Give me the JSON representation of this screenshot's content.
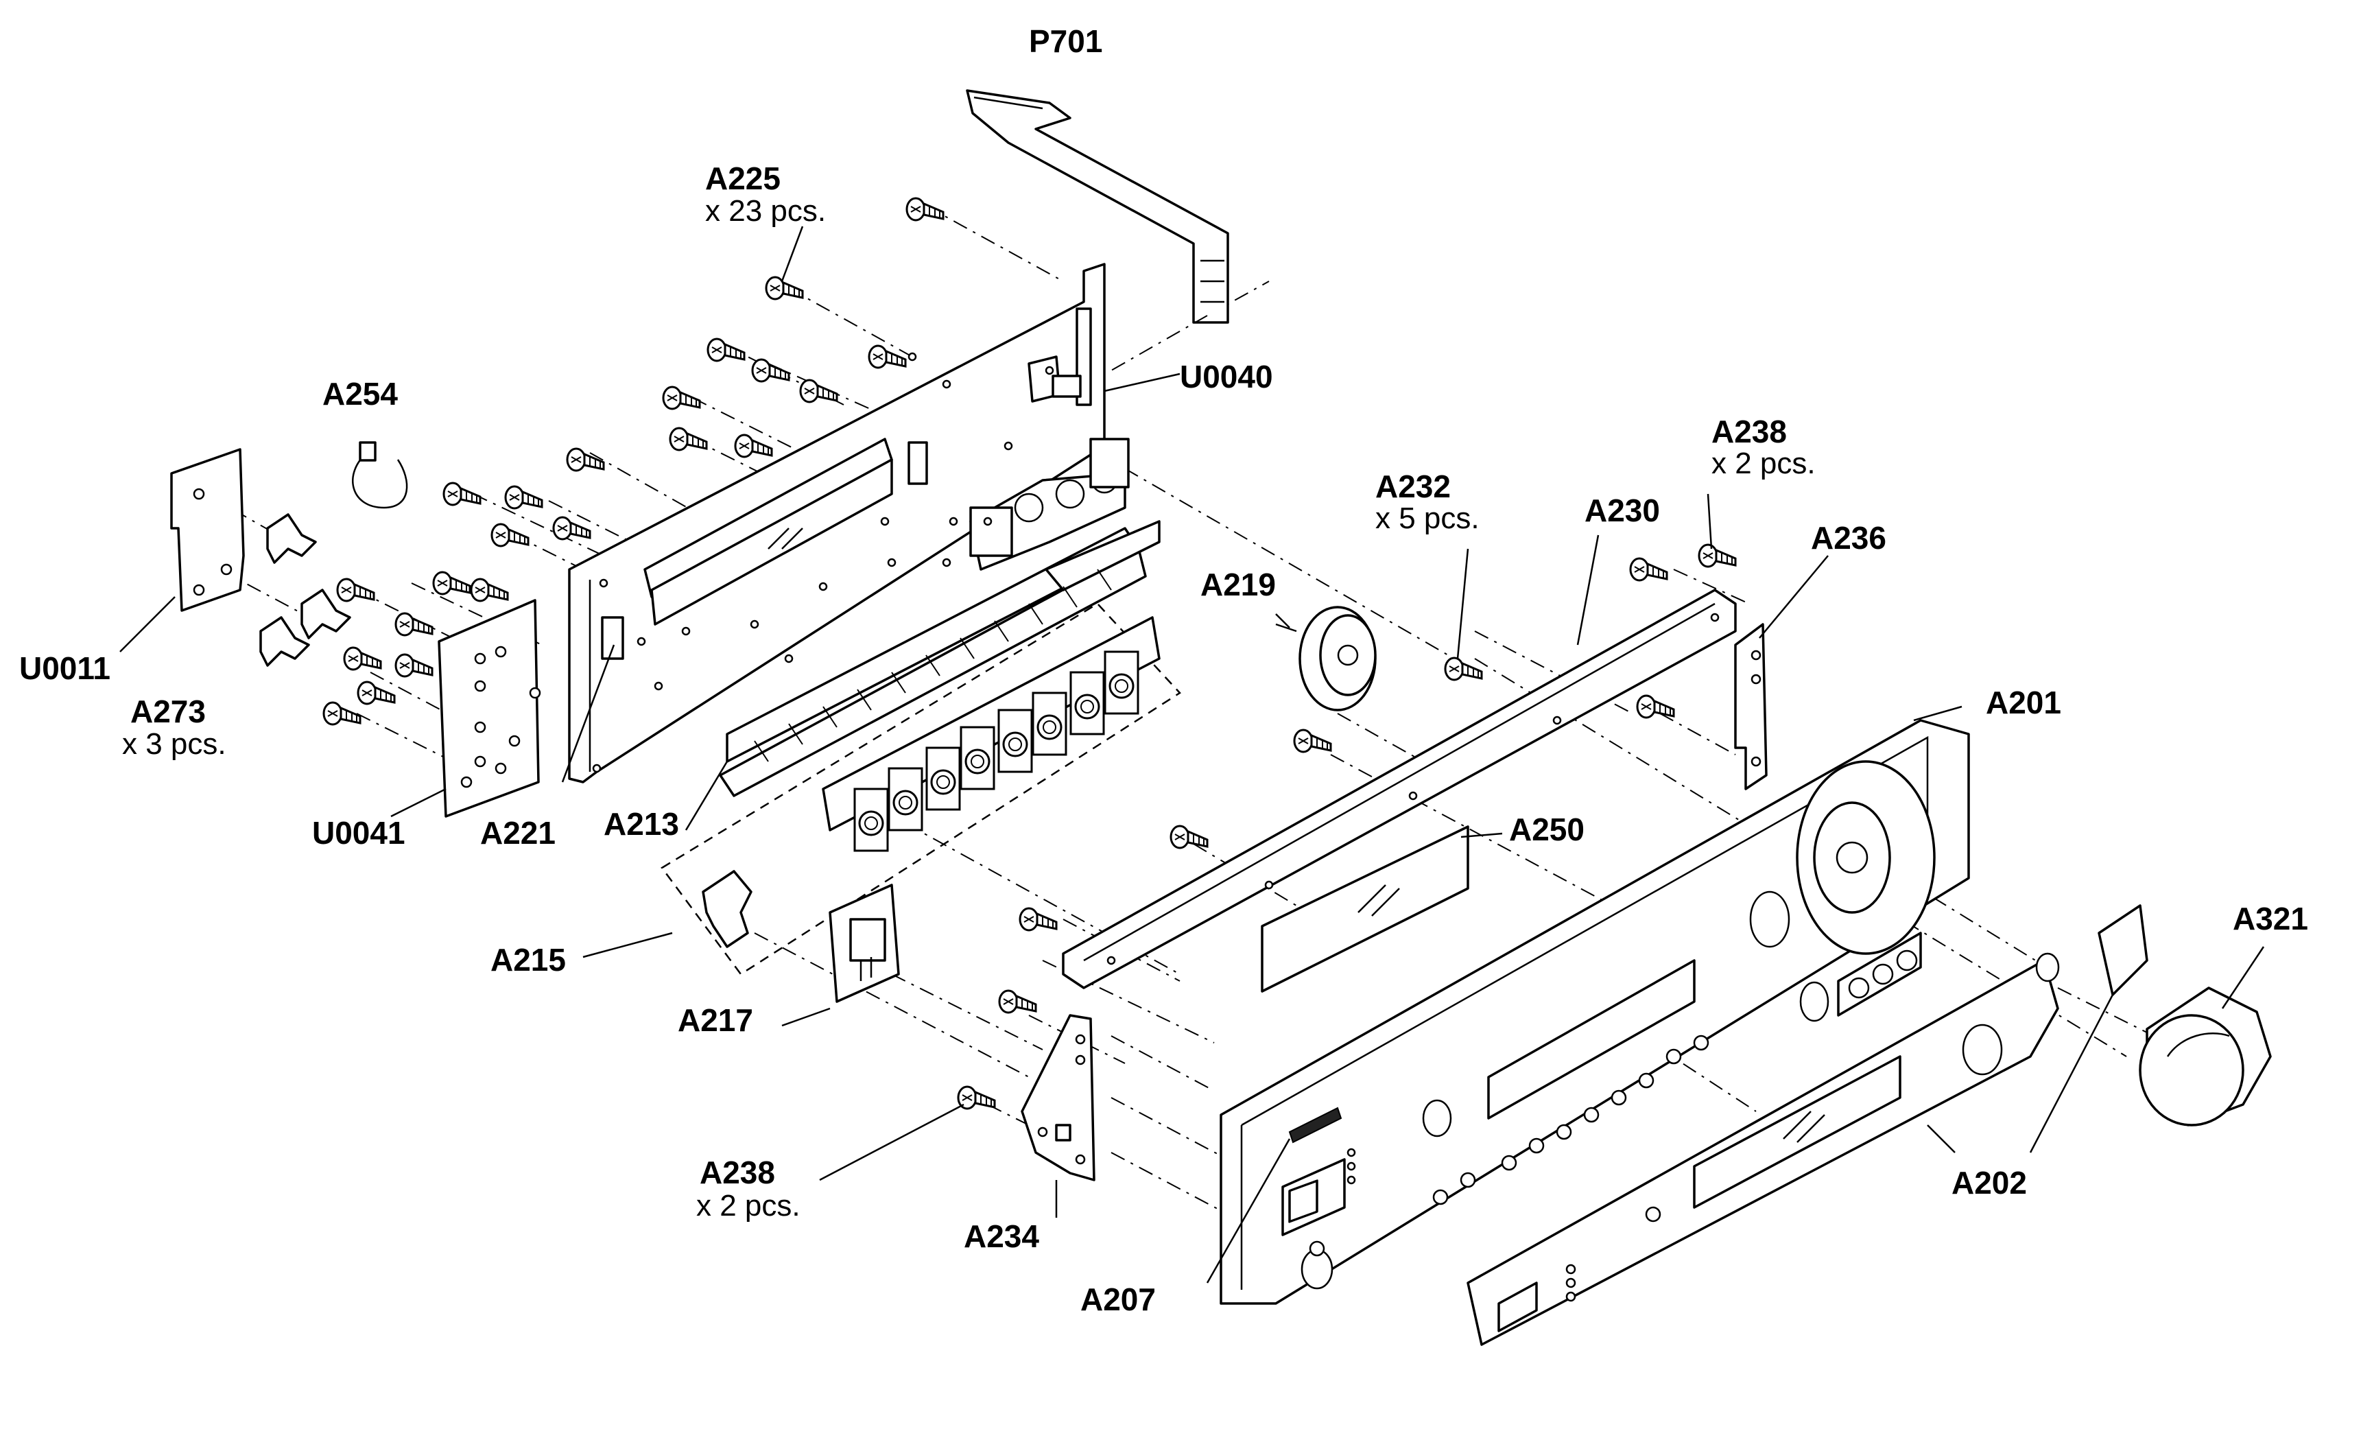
{
  "labels": {
    "p701": "P701",
    "a225": "A225",
    "a225_qty": "x 23 pcs.",
    "u0040": "U0040",
    "a254": "A254",
    "a238_top": "A238",
    "a238_top_qty": "x 2 pcs.",
    "a232": "A232",
    "a232_qty": "x 5 pcs.",
    "a230": "A230",
    "a236": "A236",
    "a219": "A219",
    "u0011": "U0011",
    "a273": "A273",
    "a273_qty": "x 3 pcs.",
    "a201": "A201",
    "u0041": "U0041",
    "a221": "A221",
    "a213": "A213",
    "a250": "A250",
    "a321": "A321",
    "a215": "A215",
    "a217": "A217",
    "a202": "A202",
    "a238_bottom": "A238",
    "a238_bottom_qty": "x 2 pcs.",
    "a234": "A234",
    "a207": "A207"
  }
}
